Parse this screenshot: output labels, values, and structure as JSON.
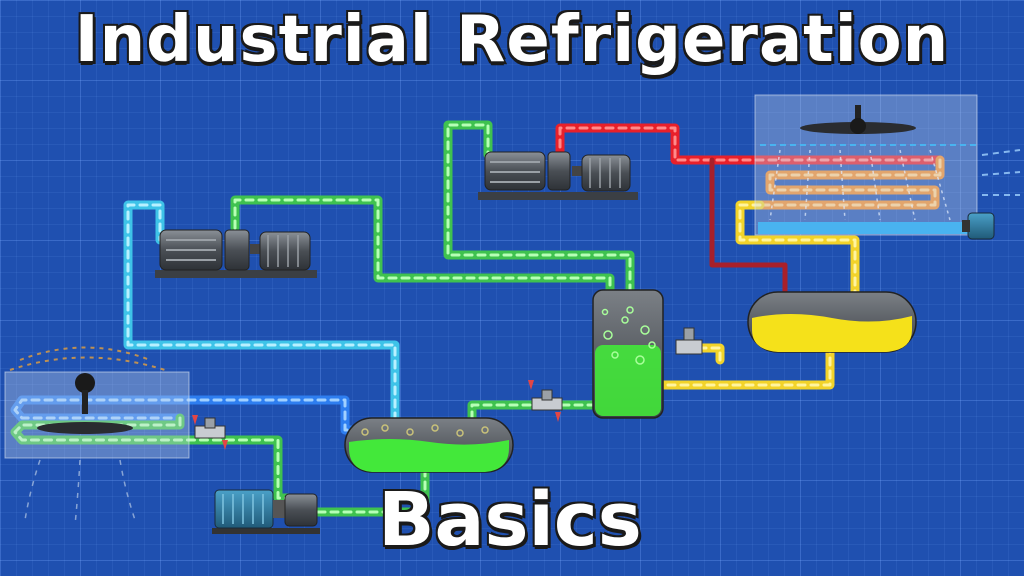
{
  "title": "Industrial Refrigeration",
  "subtitle": "Basics",
  "colors": {
    "background": "#1f50b0",
    "pipe_red": "#e8202a",
    "pipe_dark_red": "#b0202a",
    "pipe_orange": "#f08a2a",
    "pipe_yellow": "#f2d32a",
    "pipe_green": "#3fc24f",
    "pipe_cyan": "#3ec3e8",
    "pipe_blue": "#2e7ef0",
    "liquid_green": "#43e83a",
    "liquid_yellow": "#f5e11a",
    "water": "#49b3f0",
    "equipment_gray": "#555a60"
  },
  "components": [
    {
      "name": "high-stage-compressor",
      "icon": "compressor-icon"
    },
    {
      "name": "low-stage-compressor",
      "icon": "compressor-icon"
    },
    {
      "name": "evaporative-condenser",
      "icon": "condenser-icon"
    },
    {
      "name": "condenser-fan",
      "icon": "fan-icon"
    },
    {
      "name": "high-pressure-receiver",
      "icon": "receiver-tank-icon"
    },
    {
      "name": "intercooler",
      "icon": "intercooler-vessel-icon"
    },
    {
      "name": "low-pressure-receiver",
      "icon": "receiver-tank-icon"
    },
    {
      "name": "evaporator",
      "icon": "evaporator-coil-icon"
    },
    {
      "name": "evaporator-fan",
      "icon": "fan-icon"
    },
    {
      "name": "refrigerant-pump",
      "icon": "pump-icon"
    },
    {
      "name": "expansion-valve",
      "icon": "valve-icon"
    }
  ]
}
